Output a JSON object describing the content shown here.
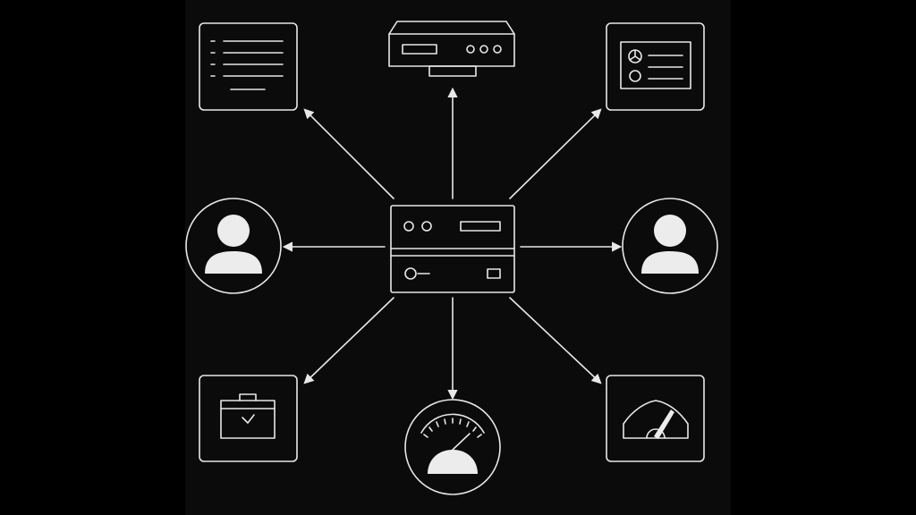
{
  "diagram": {
    "background": "#0b0b0b",
    "outer_background": "#000000",
    "stroke_color": "#e8e8e8",
    "hub": {
      "icon": "server-icon"
    },
    "nodes": [
      {
        "id": "document",
        "icon": "document-icon"
      },
      {
        "id": "router",
        "icon": "network-device-icon"
      },
      {
        "id": "id-card",
        "icon": "id-card-icon"
      },
      {
        "id": "user-left",
        "icon": "user-icon"
      },
      {
        "id": "user-right",
        "icon": "user-icon"
      },
      {
        "id": "briefcase",
        "icon": "briefcase-icon"
      },
      {
        "id": "speedometer",
        "icon": "speedometer-icon"
      },
      {
        "id": "gauge",
        "icon": "gauge-icon"
      }
    ],
    "connections": [
      {
        "from": "hub",
        "to": "document",
        "directed": true
      },
      {
        "from": "hub",
        "to": "router",
        "directed": true
      },
      {
        "from": "hub",
        "to": "id-card",
        "directed": true
      },
      {
        "from": "hub",
        "to": "user-left",
        "directed": true
      },
      {
        "from": "hub",
        "to": "user-right",
        "directed": true
      },
      {
        "from": "hub",
        "to": "briefcase",
        "directed": true
      },
      {
        "from": "hub",
        "to": "speedometer",
        "directed": true
      },
      {
        "from": "hub",
        "to": "gauge",
        "directed": true
      }
    ]
  }
}
